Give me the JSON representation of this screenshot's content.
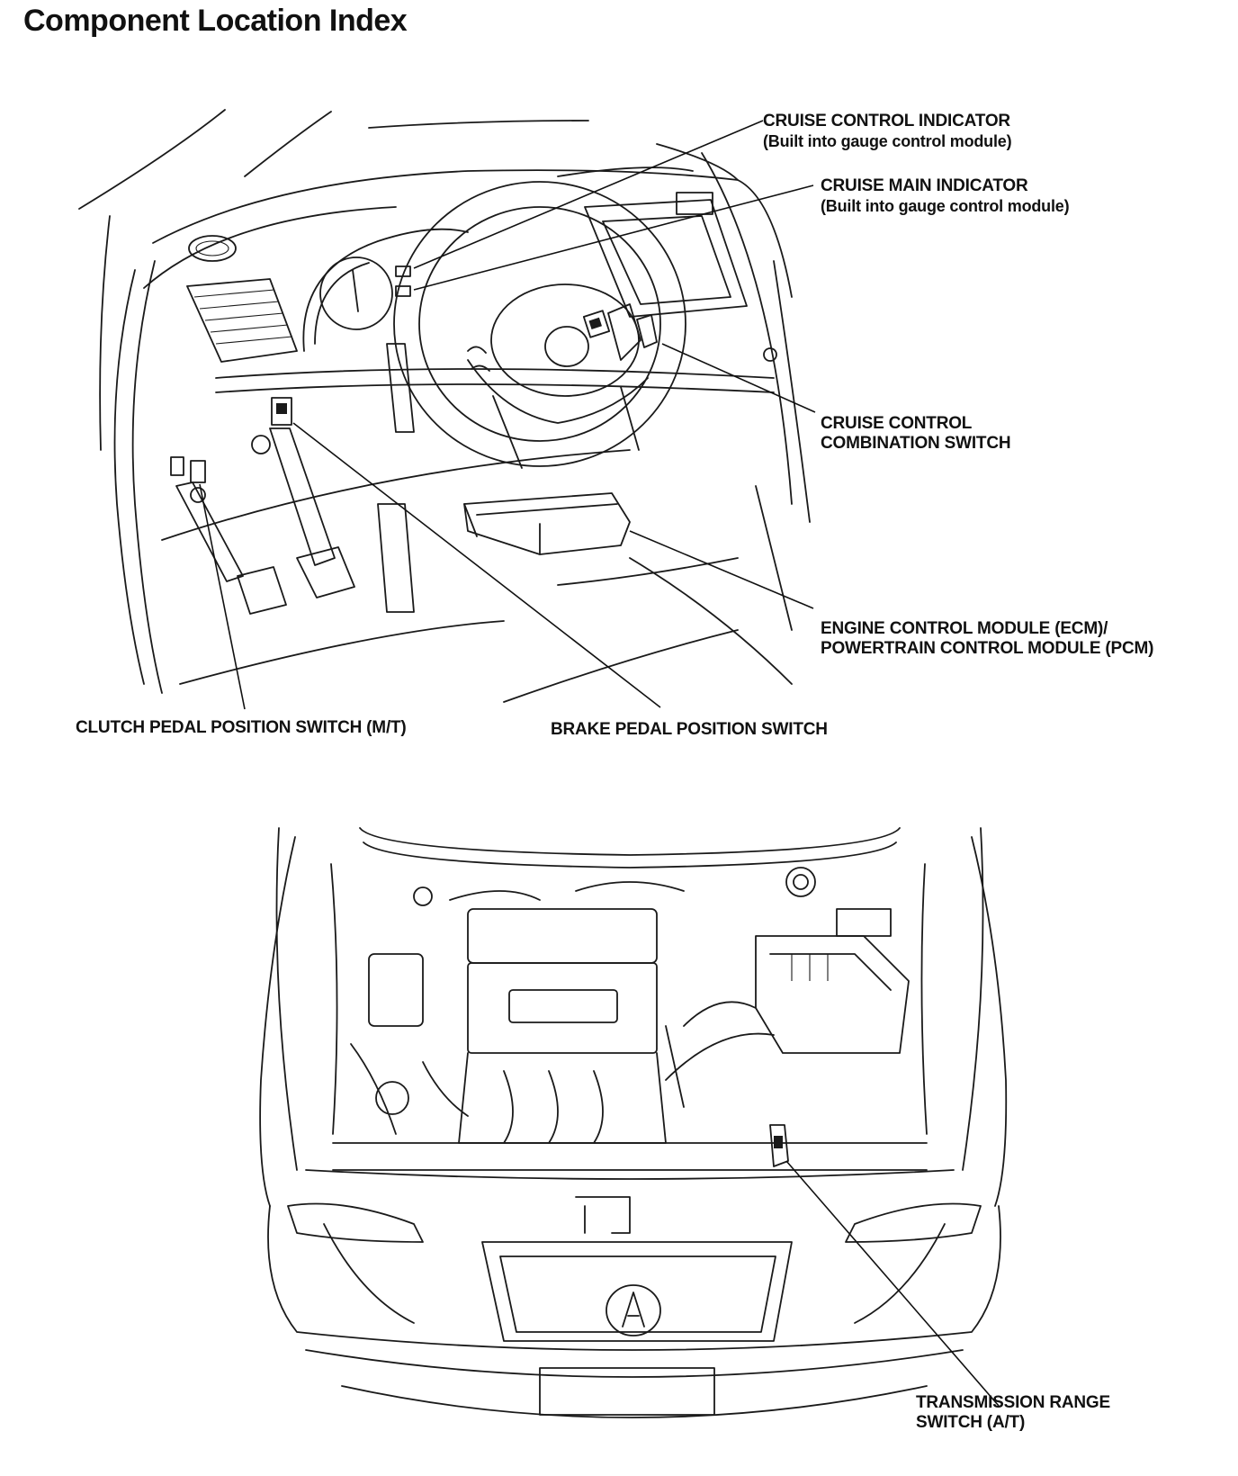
{
  "title": "Component Location Index",
  "labels": {
    "cruise_control_indicator": {
      "line1": "CRUISE CONTROL INDICATOR",
      "line2": "(Built into gauge control module)"
    },
    "cruise_main_indicator": {
      "line1": "CRUISE MAIN INDICATOR",
      "line2": "(Built into gauge control module)"
    },
    "cruise_control_combination_switch": {
      "line1": "CRUISE CONTROL",
      "line2": "COMBINATION SWITCH"
    },
    "ecm_pcm": {
      "line1": "ENGINE CONTROL MODULE (ECM)/",
      "line2": "POWERTRAIN CONTROL MODULE (PCM)"
    },
    "clutch_pedal_position_switch": "CLUTCH PEDAL POSITION SWITCH (M/T)",
    "brake_pedal_position_switch": "BRAKE PEDAL POSITION SWITCH",
    "transmission_range_switch": {
      "line1": "TRANSMISSION RANGE",
      "line2": "SWITCH (A/T)"
    }
  }
}
